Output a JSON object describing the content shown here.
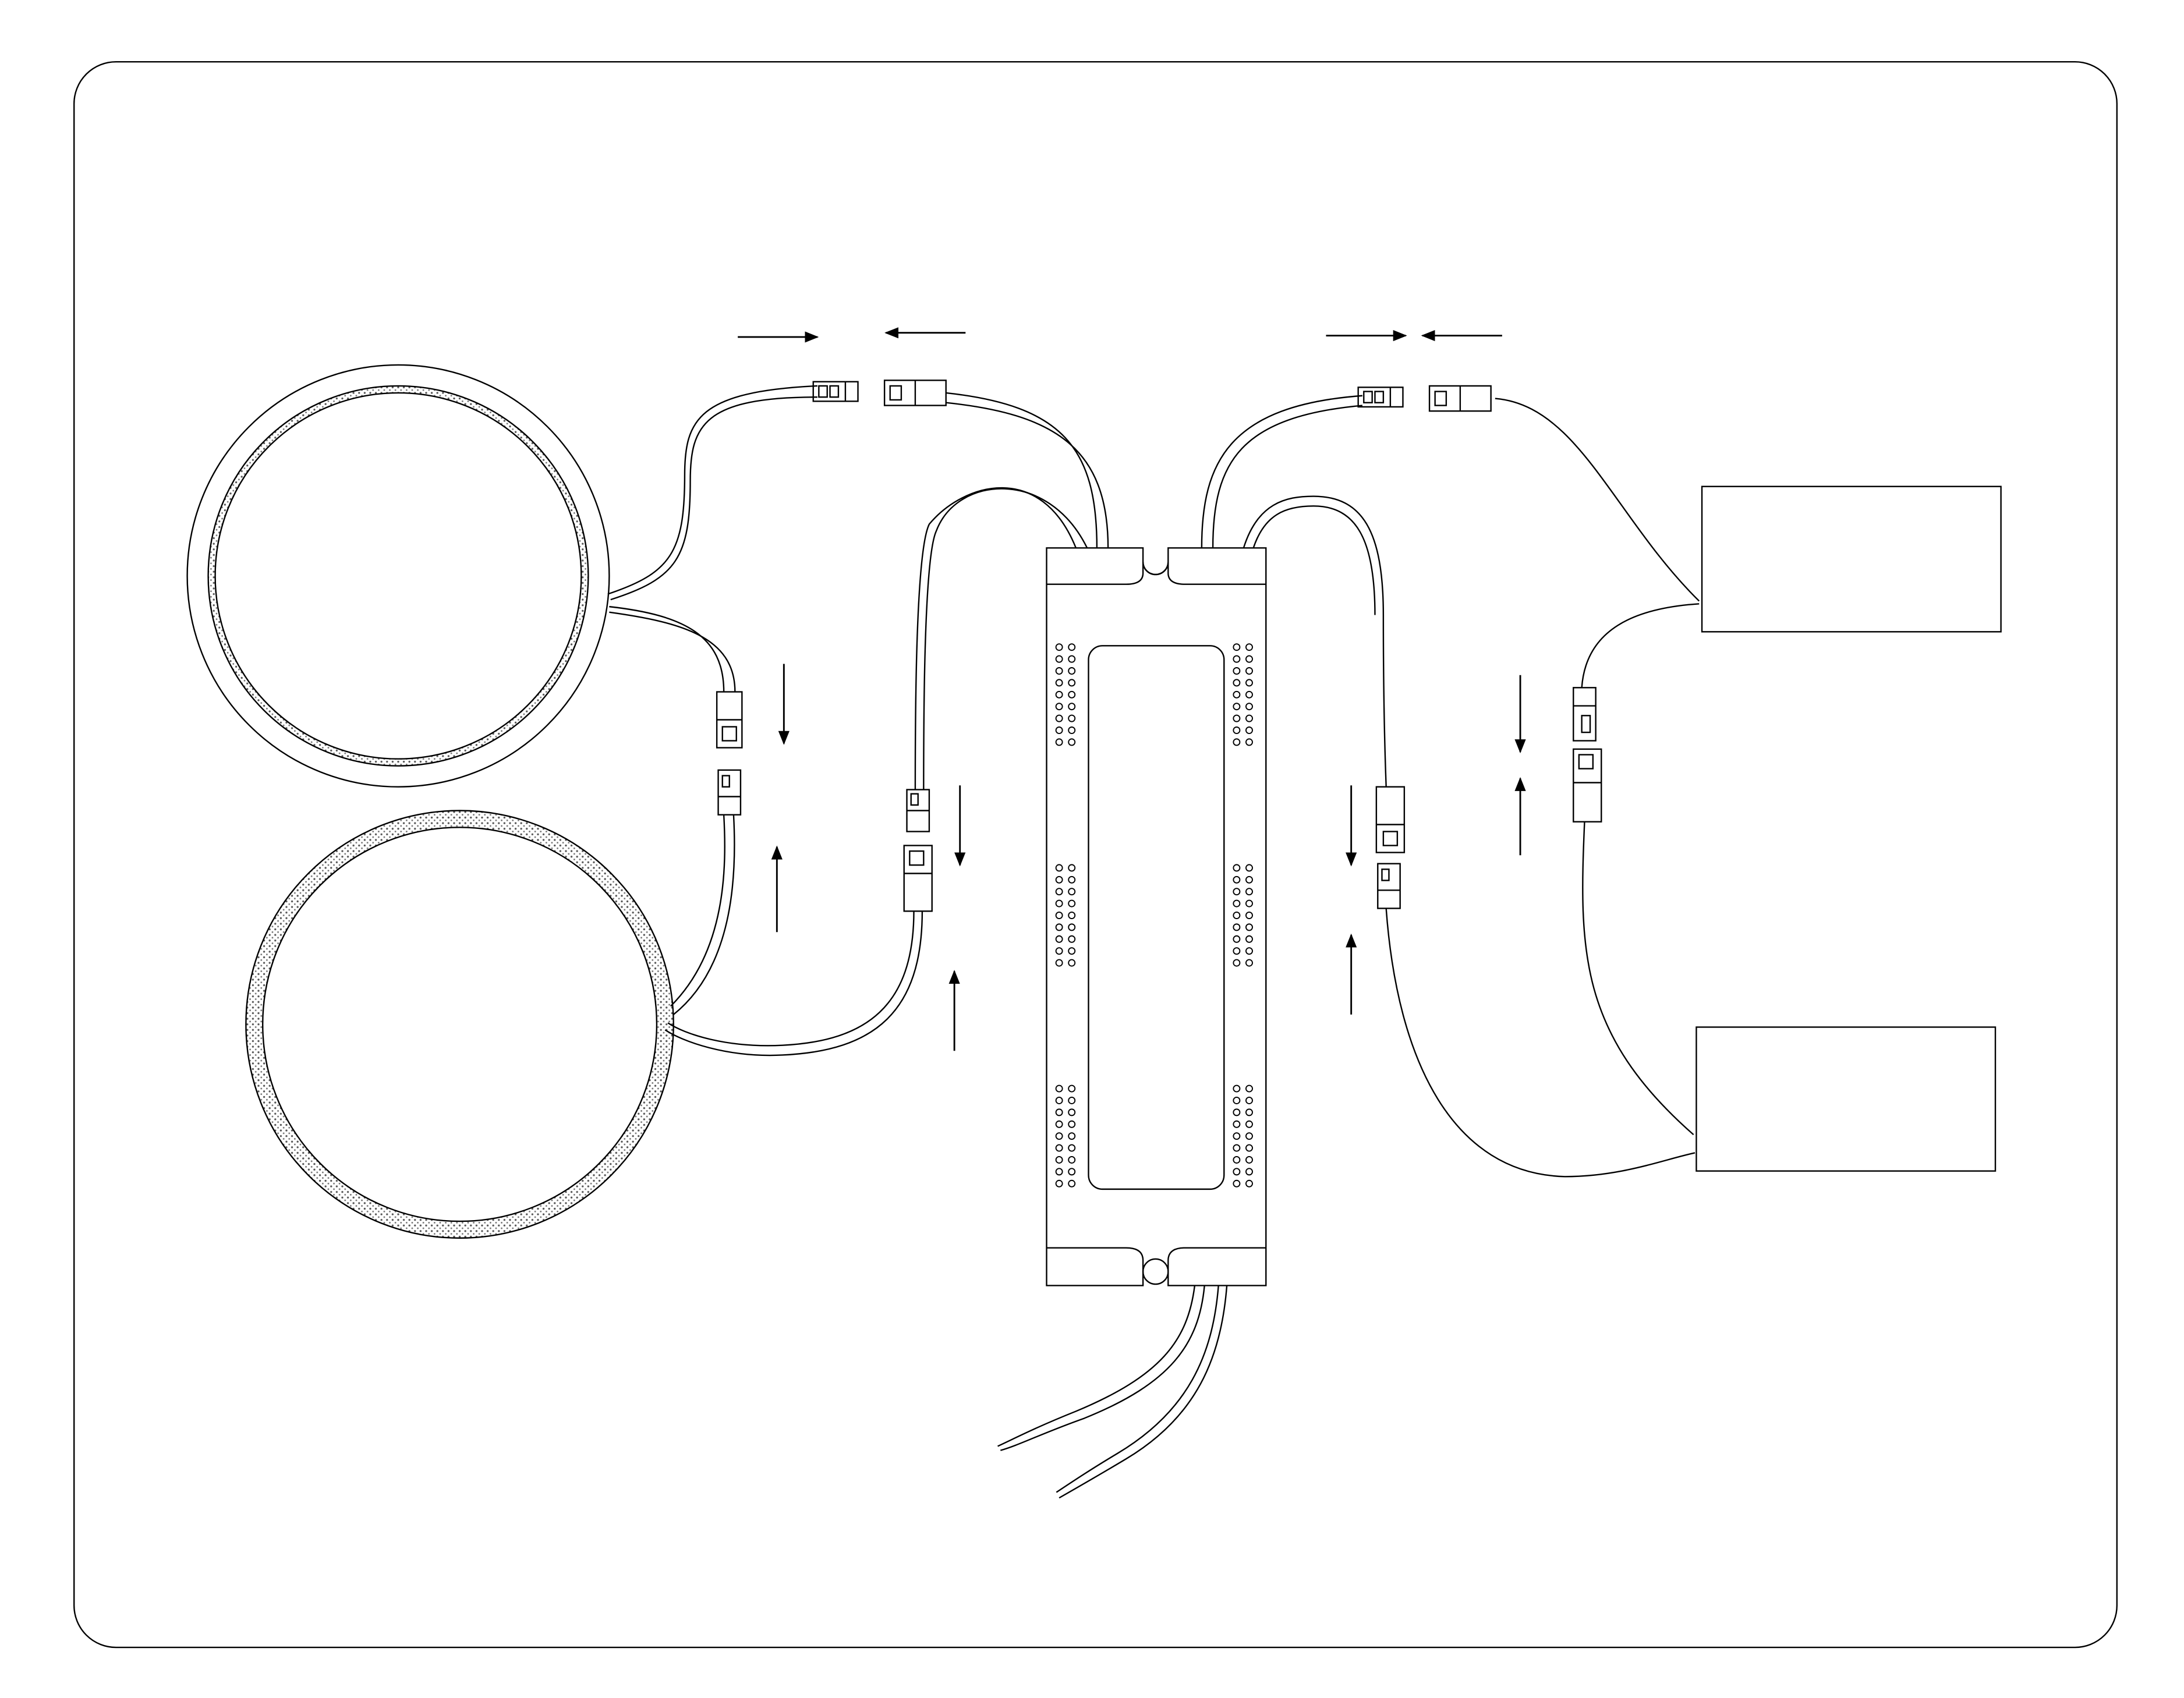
{
  "diagram": {
    "kind": "wiring-diagram",
    "text_labels": [],
    "components": [
      {
        "id": "ring-light-upper",
        "type": "ring-light",
        "icon": "ring-light-icon"
      },
      {
        "id": "ring-light-lower",
        "type": "ring-light",
        "icon": "ring-light-icon"
      },
      {
        "id": "driver",
        "type": "led-driver",
        "icon": "driver-box-icon"
      },
      {
        "id": "box-upper-right",
        "type": "rectangular-unit",
        "icon": "rectangle-icon"
      },
      {
        "id": "box-lower-right",
        "type": "rectangular-unit",
        "icon": "rectangle-icon"
      }
    ],
    "connectors": [
      {
        "id": "top-left-pair",
        "arrows": "inward-horizontal"
      },
      {
        "id": "top-right-pair",
        "arrows": "inward-horizontal"
      },
      {
        "id": "left-pair",
        "arrows": "inward-vertical"
      },
      {
        "id": "mid-left-pair",
        "arrows": "inward-vertical"
      },
      {
        "id": "mid-right-pair",
        "arrows": "inward-vertical"
      },
      {
        "id": "right-pair",
        "arrows": "inward-vertical"
      }
    ],
    "colors": {
      "line": "#000000",
      "background": "#ffffff",
      "stipple": "#555555"
    }
  }
}
